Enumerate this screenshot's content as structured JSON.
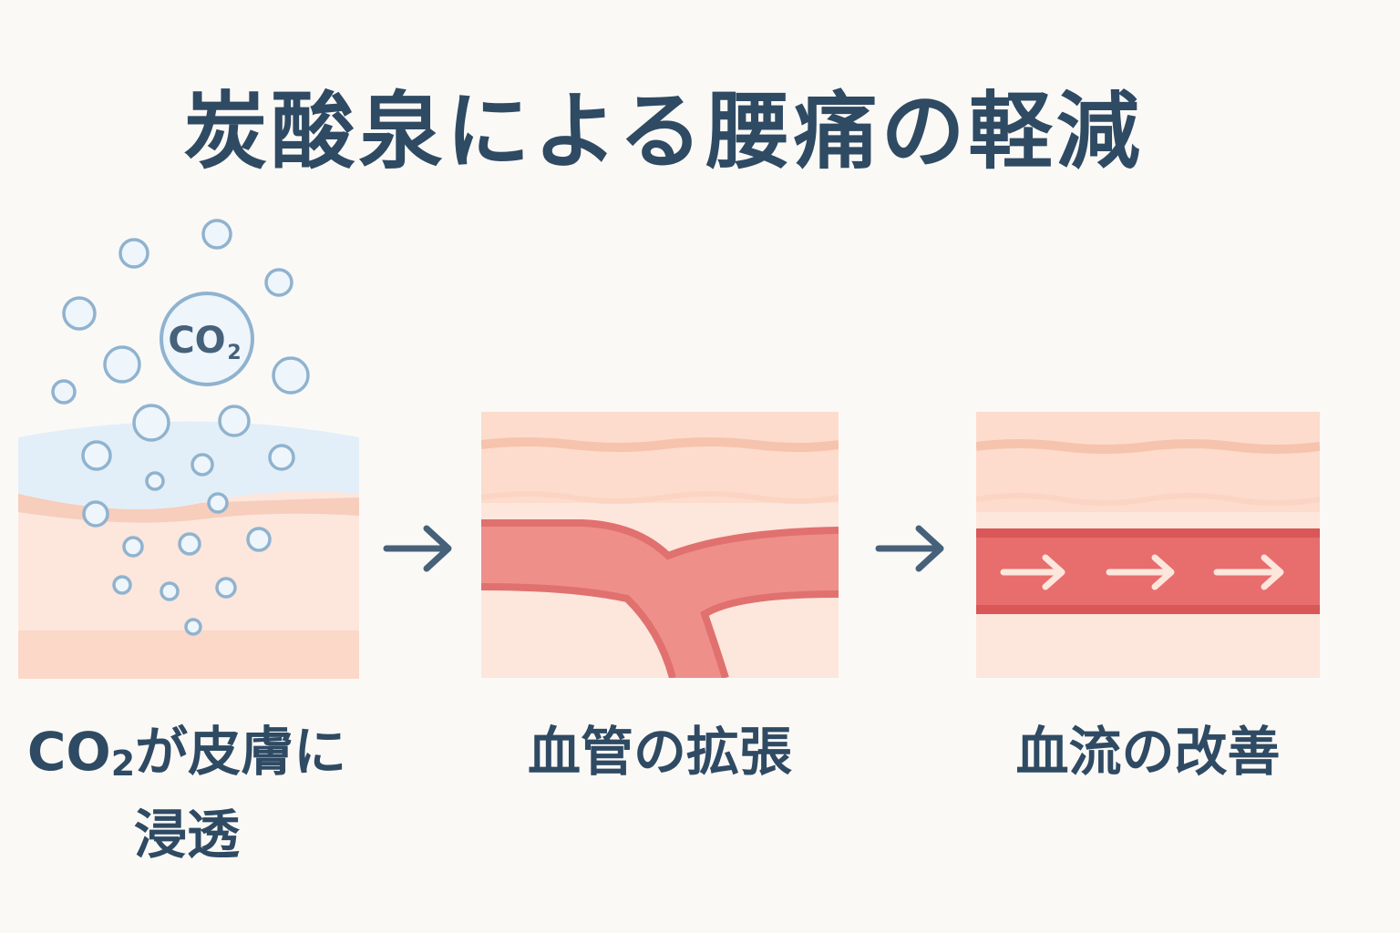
{
  "title": "炭酸泉による腰痛の軽減",
  "co2_label": {
    "main": "CO",
    "sub": "2"
  },
  "steps": [
    {
      "caption_main": "CO",
      "caption_sub": "2",
      "caption_rest": "が皮膚に",
      "caption_line2": "浸透"
    },
    {
      "caption": "血管の拡張"
    },
    {
      "caption": "血流の改善"
    }
  ],
  "colors": {
    "text": "#2f4a63",
    "bubble": "#8fb3cf",
    "water": "#e3eff8",
    "skin_light": "#fde6dc",
    "skin_band": "#f7c9b6",
    "vessel": "#ef8f8a",
    "vessel_dark": "#e0716f",
    "flow": "#e86d6d"
  },
  "icons": [
    "bubble-icon",
    "right-arrow-icon",
    "flow-arrow-icon"
  ]
}
